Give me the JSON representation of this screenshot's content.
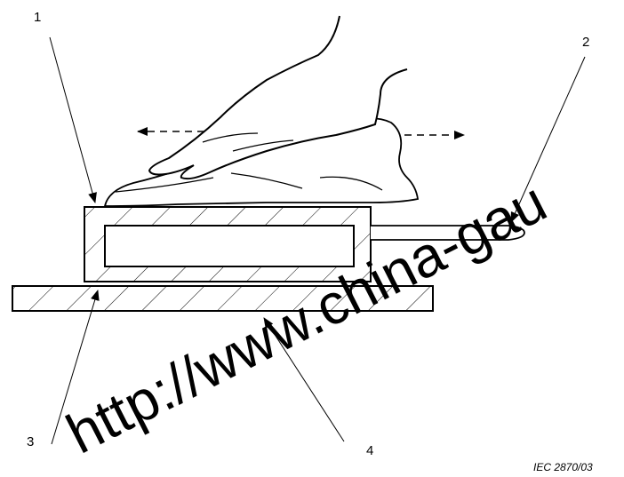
{
  "callouts": {
    "c1": "1",
    "c2": "2",
    "c3": "3",
    "c4": "4"
  },
  "caption": "IEC  2870/03",
  "watermark": "http://www.china-gau",
  "colors": {
    "ink": "#000000",
    "background": "#ffffff"
  }
}
